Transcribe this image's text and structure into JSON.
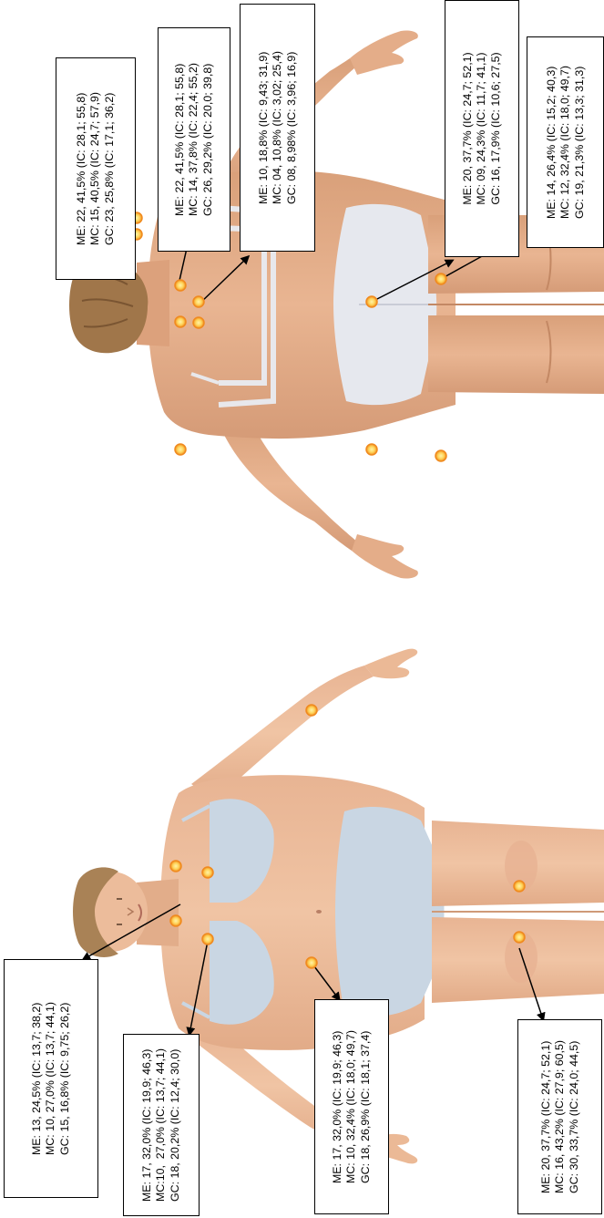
{
  "front_body": {
    "box_head": {
      "line1": "ME: 13, 24,5% (IC: 13,7; 38,2)",
      "line2": "MC: 10, 27,0% (IC: 13,7; 44,1)",
      "line3": "GC: 15, 16,8% (IC: 9,75; 26,2)"
    },
    "box_chest": {
      "line1": "ME: 17, 32,0% (IC: 19,9; 46,3)",
      "line2": "MC:10,  27,0% (IC: 13,7; 44,1)",
      "line3": "GC: 18, 20,2% (IC: 12,4; 30,0)"
    },
    "box_arm": {
      "line1": "ME: 17, 32,0% (IC: 19,9; 46,3)",
      "line2": "MC: 10, 32,4% (IC: 18,0; 49,7)",
      "line3": "GC: 18, 26,9% (IC: 18,1; 37,4)"
    },
    "box_knee": {
      "line1": "ME: 20, 37,7% (IC: 24,7; 52,1)",
      "line2": "MC: 16, 43,2% (IC: 27,9; 60,5)",
      "line3": "GC: 30, 33,7% (IC: 24,0; 44,5)"
    }
  },
  "back_body": {
    "box_occiput": {
      "line1": "ME: 22, 41,5% (IC: 28,1; 55,8)",
      "line2": "MC: 15, 40,5% (IC: 24,7; 57,9)",
      "line3": "GC: 23, 25,8% (IC: 17,1; 36,2)"
    },
    "box_trapezius": {
      "line1": "ME: 22, 41,5% (IC: 28,1; 55,8)",
      "line2": "MC: 14, 37,8% (IC: 22,4; 55,2)",
      "line3": "GC: 26, 29,2% (IC: 20,0; 39,8)"
    },
    "box_supraspinatus": {
      "line1": "ME: 10, 18,8% (IC: 9,43; 31,9)",
      "line2": "MC: 04, 10,8% (IC: 3,02; 25,4)",
      "line3": "GC: 08, 8,98% (IC: 3,96; 16,9)"
    },
    "box_gluteal": {
      "line1": "ME: 20, 37,7% (IC: 24,7; 52,1)",
      "line2": "MC: 09, 24,3% (IC: 11,7; 41,1)",
      "line3": "GC: 16, 17,9% (IC: 10,6; 27,5)"
    },
    "box_trochanter": {
      "line1": "ME: 14, 26,4% (IC: 15,2; 40,3)",
      "line2": "MC: 12, 32,4% (IC: 18,0; 49,7)",
      "line3": "GC: 19, 21,3% (IC: 13,3; 31,3)"
    }
  },
  "colors": {
    "skin": "#e7b795",
    "skin_shadow": "#c98f6c",
    "underwear_front": "#c9d6e3",
    "underwear_back": "#e6e8ee",
    "hair": "#a0764a",
    "tender_point": "#f08a1e",
    "tender_point_glow": "#ffe38a"
  }
}
